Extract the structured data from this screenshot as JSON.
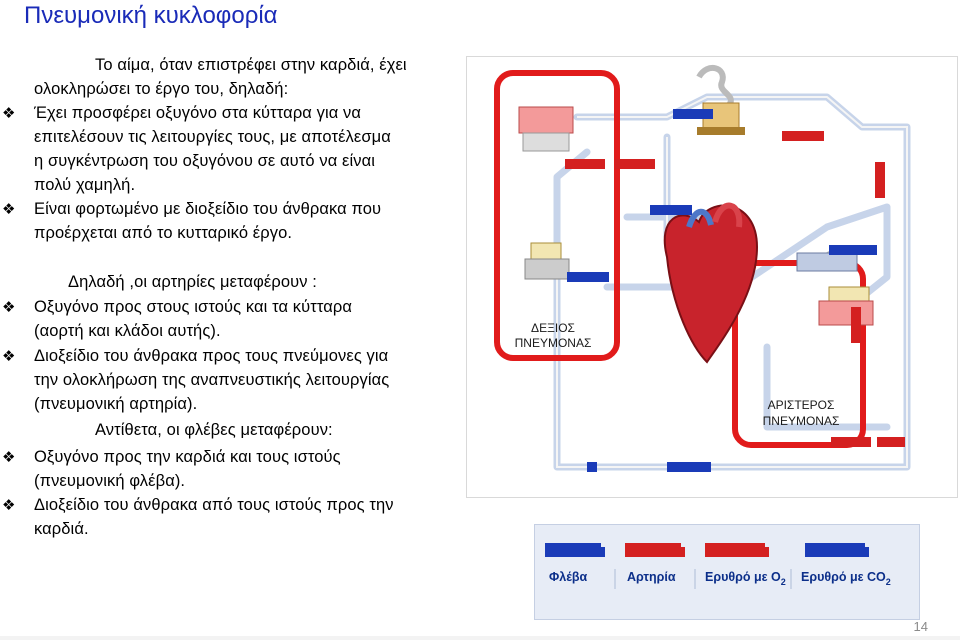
{
  "title": "Πνευμονική κυκλοφορία",
  "intro": {
    "line1": "Το αίμα, όταν επιστρέφει στην καρδιά, έχει",
    "line2": "ολοκληρώσει  το έργο του, δηλαδή:"
  },
  "bullets1": [
    {
      "lines": [
        "Έχει προσφέρει οξυγόνο στα κύτταρα για να",
        "επιτελέσουν τις λειτουργίες τους, με αποτέλεσμα",
        "η συγκέντρωση του  οξυγόνου σε αυτό να είναι",
        "πολύ χαμηλή."
      ]
    },
    {
      "lines": [
        "Είναι φορτωμένο με διοξείδιο του άνθρακα που",
        "προέρχεται από το κυτταρικό έργο."
      ]
    }
  ],
  "arteries_heading": "Δηλαδή ,οι αρτηρίες  μεταφέρουν :",
  "bullets2": [
    {
      "lines": [
        "Οξυγόνο προς στους ιστούς και τα κύτταρα",
        "(αορτή και κλάδοι αυτής)."
      ]
    },
    {
      "lines": [
        "Διοξείδιο του άνθρακα προς τους πνεύμονες για",
        "την ολοκλήρωση της αναπνευστικής  λειτουργίας",
        "(πνευμονική αρτηρία)."
      ]
    }
  ],
  "veins_heading": "Αντίθετα, οι φλέβες  μεταφέρουν:",
  "bullets3": [
    {
      "lines": [
        "Οξυγόνο προς την καρδιά και τους ιστούς",
        "(πνευμονική φλέβα)."
      ]
    },
    {
      "lines": [
        "Διοξείδιο του άνθρακα  από τους ιστούς προς την",
        "καρδιά."
      ]
    }
  ],
  "diagram": {
    "right_lung": "ΔΕΞΙΟΣ ΠΝΕΥΜΟΝΑΣ",
    "right_lung_l1": "ΔΕΞΙΟΣ",
    "right_lung_l2": "ΠΝΕΥΜΟΝΑΣ",
    "left_lung_l1": "ΑΡΙΣΤΕΡΟΣ",
    "left_lung_l2": "ΠΝΕΥΜΟΝΑΣ"
  },
  "legend": {
    "vein": "Φλέβα",
    "artery": "Αρτηρία",
    "rbc_o2": "Ερυθρό  με O",
    "rbc_co2": "Ερυθρό  με CO",
    "sub2": "2"
  },
  "colors": {
    "title": "#1a2bb8",
    "lung_frame": "#e11b1b",
    "vessel": "#c7d4ea",
    "truck_red": "#d42020",
    "truck_blue": "#1a3bb8",
    "legend_text": "#0c2f8a"
  },
  "page_number": "14"
}
